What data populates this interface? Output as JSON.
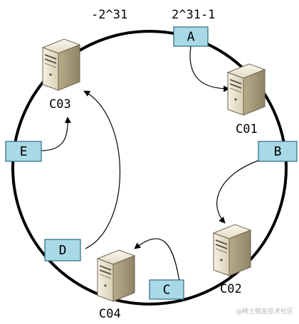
{
  "ring": {
    "min_label": "-2^31",
    "max_label": "2^31-1"
  },
  "keys": [
    {
      "id": "A",
      "label": "A"
    },
    {
      "id": "B",
      "label": "B"
    },
    {
      "id": "C",
      "label": "C"
    },
    {
      "id": "D",
      "label": "D"
    },
    {
      "id": "E",
      "label": "E"
    }
  ],
  "servers": [
    {
      "id": "C01",
      "label": "C01"
    },
    {
      "id": "C02",
      "label": "C02"
    },
    {
      "id": "C03",
      "label": "C03"
    },
    {
      "id": "C04",
      "label": "C04"
    }
  ],
  "mappings": [
    {
      "from": "A",
      "to": "C01"
    },
    {
      "from": "B",
      "to": "C02"
    },
    {
      "from": "C",
      "to": "C04"
    },
    {
      "from": "D",
      "to": "C03"
    },
    {
      "from": "E",
      "to": "C03"
    }
  ],
  "colors": {
    "ring": "#000000",
    "key_fill": "#a9d9e6",
    "key_stroke": "#2a6b80",
    "server_light": "#ede6d4",
    "server_dark": "#b7ab8a",
    "server_edge": "#6f6650"
  },
  "watermark": "@稀土掘金技术社区"
}
